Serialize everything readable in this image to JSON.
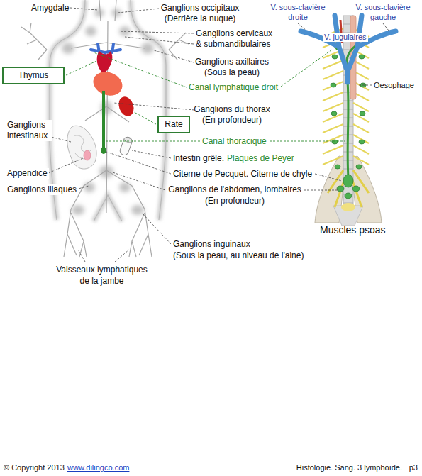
{
  "diagram": {
    "nodes": [
      {
        "text": [
          "Thymus"
        ]
      },
      {
        "text": [
          "Rate"
        ]
      }
    ],
    "labels": [
      "Amygdale",
      "Ganglions occipitaux",
      "(Derrière la nuque)",
      "V. sous-clavière droite",
      "V. sous-clavière gauche",
      "Ganglions cervicaux & submandibulaires",
      "V. jugulaires",
      "Ganglions axillaires",
      "(Sous la peau)",
      "Canal lymphatique droit",
      "Oesophage",
      "Ganglions du thorax",
      "(En profondeur)",
      "Ganglions intestinaux",
      "Canal thoracique",
      "Intestin grêle.",
      "Plaques de Peyer",
      "Appendice",
      "Citerne de Pecquet. Citerne de chyle",
      "Ganglions iliaques",
      "Ganglions de l'abdomen, lombaires",
      "(En profondeur)",
      "Muscles psoas",
      "Ganglions inguinaux",
      "(Sous la peau, au niveau de l'aine)",
      "Vaisseaux lymphatiques de la jambe",
      "© Copyright 2013",
      "www.dilingco.com",
      "Histologie. Sang. 3 lymphoïde.",
      "p3"
    ]
  }
}
